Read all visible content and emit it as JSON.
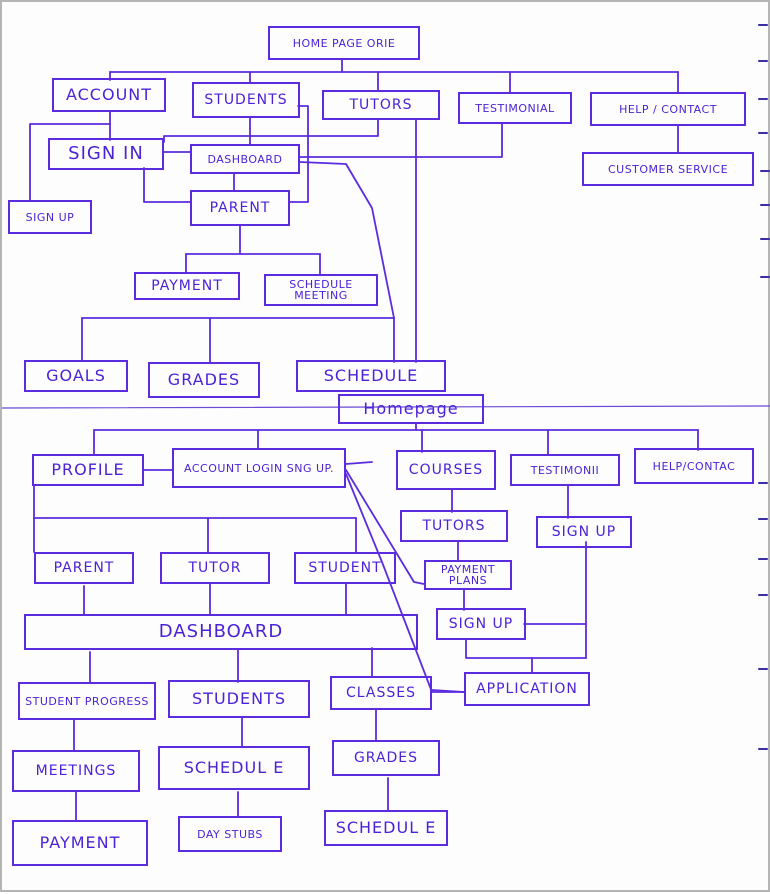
{
  "colors": {
    "ink": "#5b2be0",
    "paper": "#fdfdfd"
  },
  "diagram_a": {
    "root": "HOME PAGE ORIE",
    "level1": [
      "ACCOUNT",
      "STUDENTS",
      "TUTORS",
      "TESTIMONIAL",
      "HELP / CONTACT"
    ],
    "sign_in": "SIGN IN",
    "dashboard": "DASHBOARD",
    "sign_up": "SIGN UP",
    "parent": "PARENT",
    "customer_service": "CUSTOMER SERVICE",
    "payment": "PAYMENT",
    "schedule_meeting": "SCHEDULE MEETING",
    "goals": "GOALS",
    "grades": "GRADES",
    "schedule": "SCHEDULE"
  },
  "diagram_b": {
    "root": "Homepage",
    "profile": "PROFILE",
    "account_login": "ACCOUNT LOGIN SNG UP.",
    "courses": "COURSES",
    "testimonial": "TESTIMONII",
    "help_contact": "HELP/CONTAC",
    "tutors": "TUTORS",
    "sign_up_right": "SIGN UP",
    "parent": "PARENT",
    "tutor": "TUTOR",
    "student": "STUDENT",
    "payment_plans": "PAYMENT PLANS",
    "sign_up_mid": "SIGN UP",
    "dashboard": "DASHBOARD",
    "student_progress": "STUDENT PROGRESS",
    "students": "STUDENTS",
    "classes": "CLASSES",
    "application": "APPLICATION",
    "meetings": "MEETINGS",
    "schedule_mid": "SCHEDUL E",
    "grades": "GRADES",
    "payment": "PAYMENT",
    "day_stubs": "DAY STUBS",
    "schedule_right": "SCHEDUL E"
  }
}
